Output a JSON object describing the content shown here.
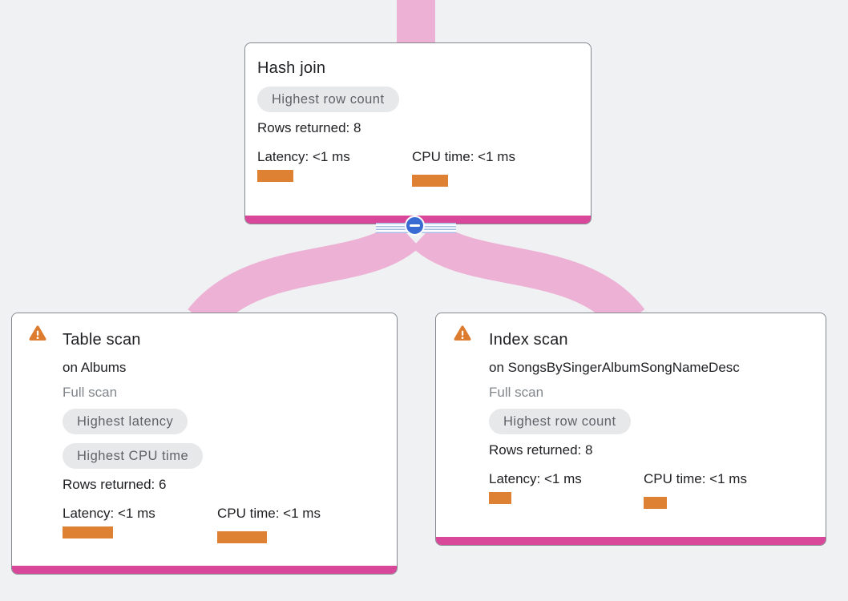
{
  "colors": {
    "canvas-bg": "#f0f1f3",
    "card-bg": "#ffffff",
    "card-border": "#85898f",
    "accent": "#d8479a",
    "edge": "#ecb1d4",
    "bar": "#de8133",
    "warning": "#dd7b2e",
    "badge-bg": "#e7e8ea",
    "badge-text": "#5f6368",
    "text-dark": "#202124",
    "text-gray": "#80868b",
    "button-blue": "#3a6bd3",
    "stripe-blue": "#a5bce6"
  },
  "nodes": [
    {
      "title": "Hash join",
      "badges": [
        "Highest row count"
      ],
      "rows_returned": "Rows returned: 8",
      "latency": "Latency: <1 ms",
      "cpu": "CPU time: <1 ms",
      "latency_bar": "width:45px",
      "cpu_bar": "width:45px"
    },
    {
      "title": "Table scan",
      "subtitle": "on Albums",
      "scan_note": "Full scan",
      "badges": [
        "Highest latency",
        "Highest CPU time"
      ],
      "rows_returned": "Rows returned: 6",
      "latency": "Latency: <1 ms",
      "cpu": "CPU time: <1 ms",
      "latency_bar": "width:63px",
      "cpu_bar": "width:62px"
    },
    {
      "title": "Index scan",
      "subtitle": "on SongsBySingerAlbumSongNameDesc",
      "scan_note": "Full scan",
      "badges": [
        "Highest row count"
      ],
      "rows_returned": "Rows returned: 8",
      "latency": "Latency: <1 ms",
      "cpu": "CPU time: <1 ms",
      "latency_bar": "width:28px",
      "cpu_bar": "width:29px"
    }
  ],
  "collapse_button": {
    "icon": "minus-circle"
  }
}
